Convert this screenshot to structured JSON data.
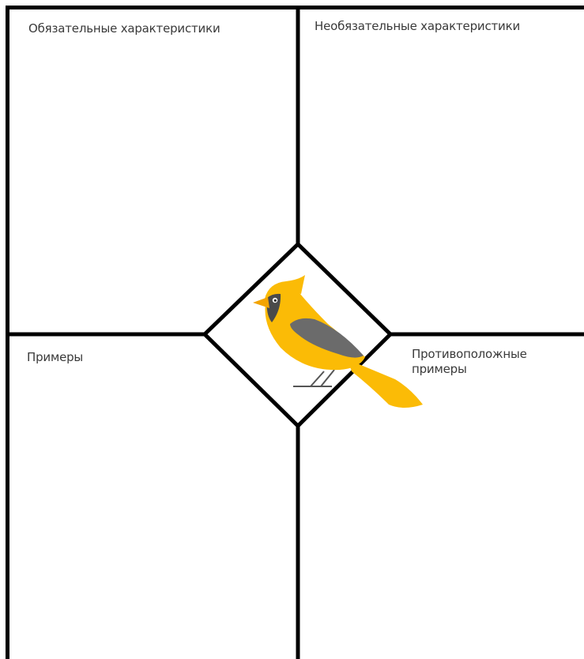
{
  "quadrants": {
    "required": {
      "label": "Обязательные характеристики"
    },
    "optional": {
      "label": "Необязательные характеристики"
    },
    "examples": {
      "label": "Примеры"
    },
    "nonexamples": {
      "label": "Противоположные примеры"
    }
  },
  "center": {
    "icon": "bird-icon"
  },
  "colors": {
    "lines": "#000000",
    "bird_body": "#fbbb06",
    "bird_wing": "#6b6b6b",
    "bird_mask": "#4a4a4a",
    "text": "#3a3a3a"
  }
}
